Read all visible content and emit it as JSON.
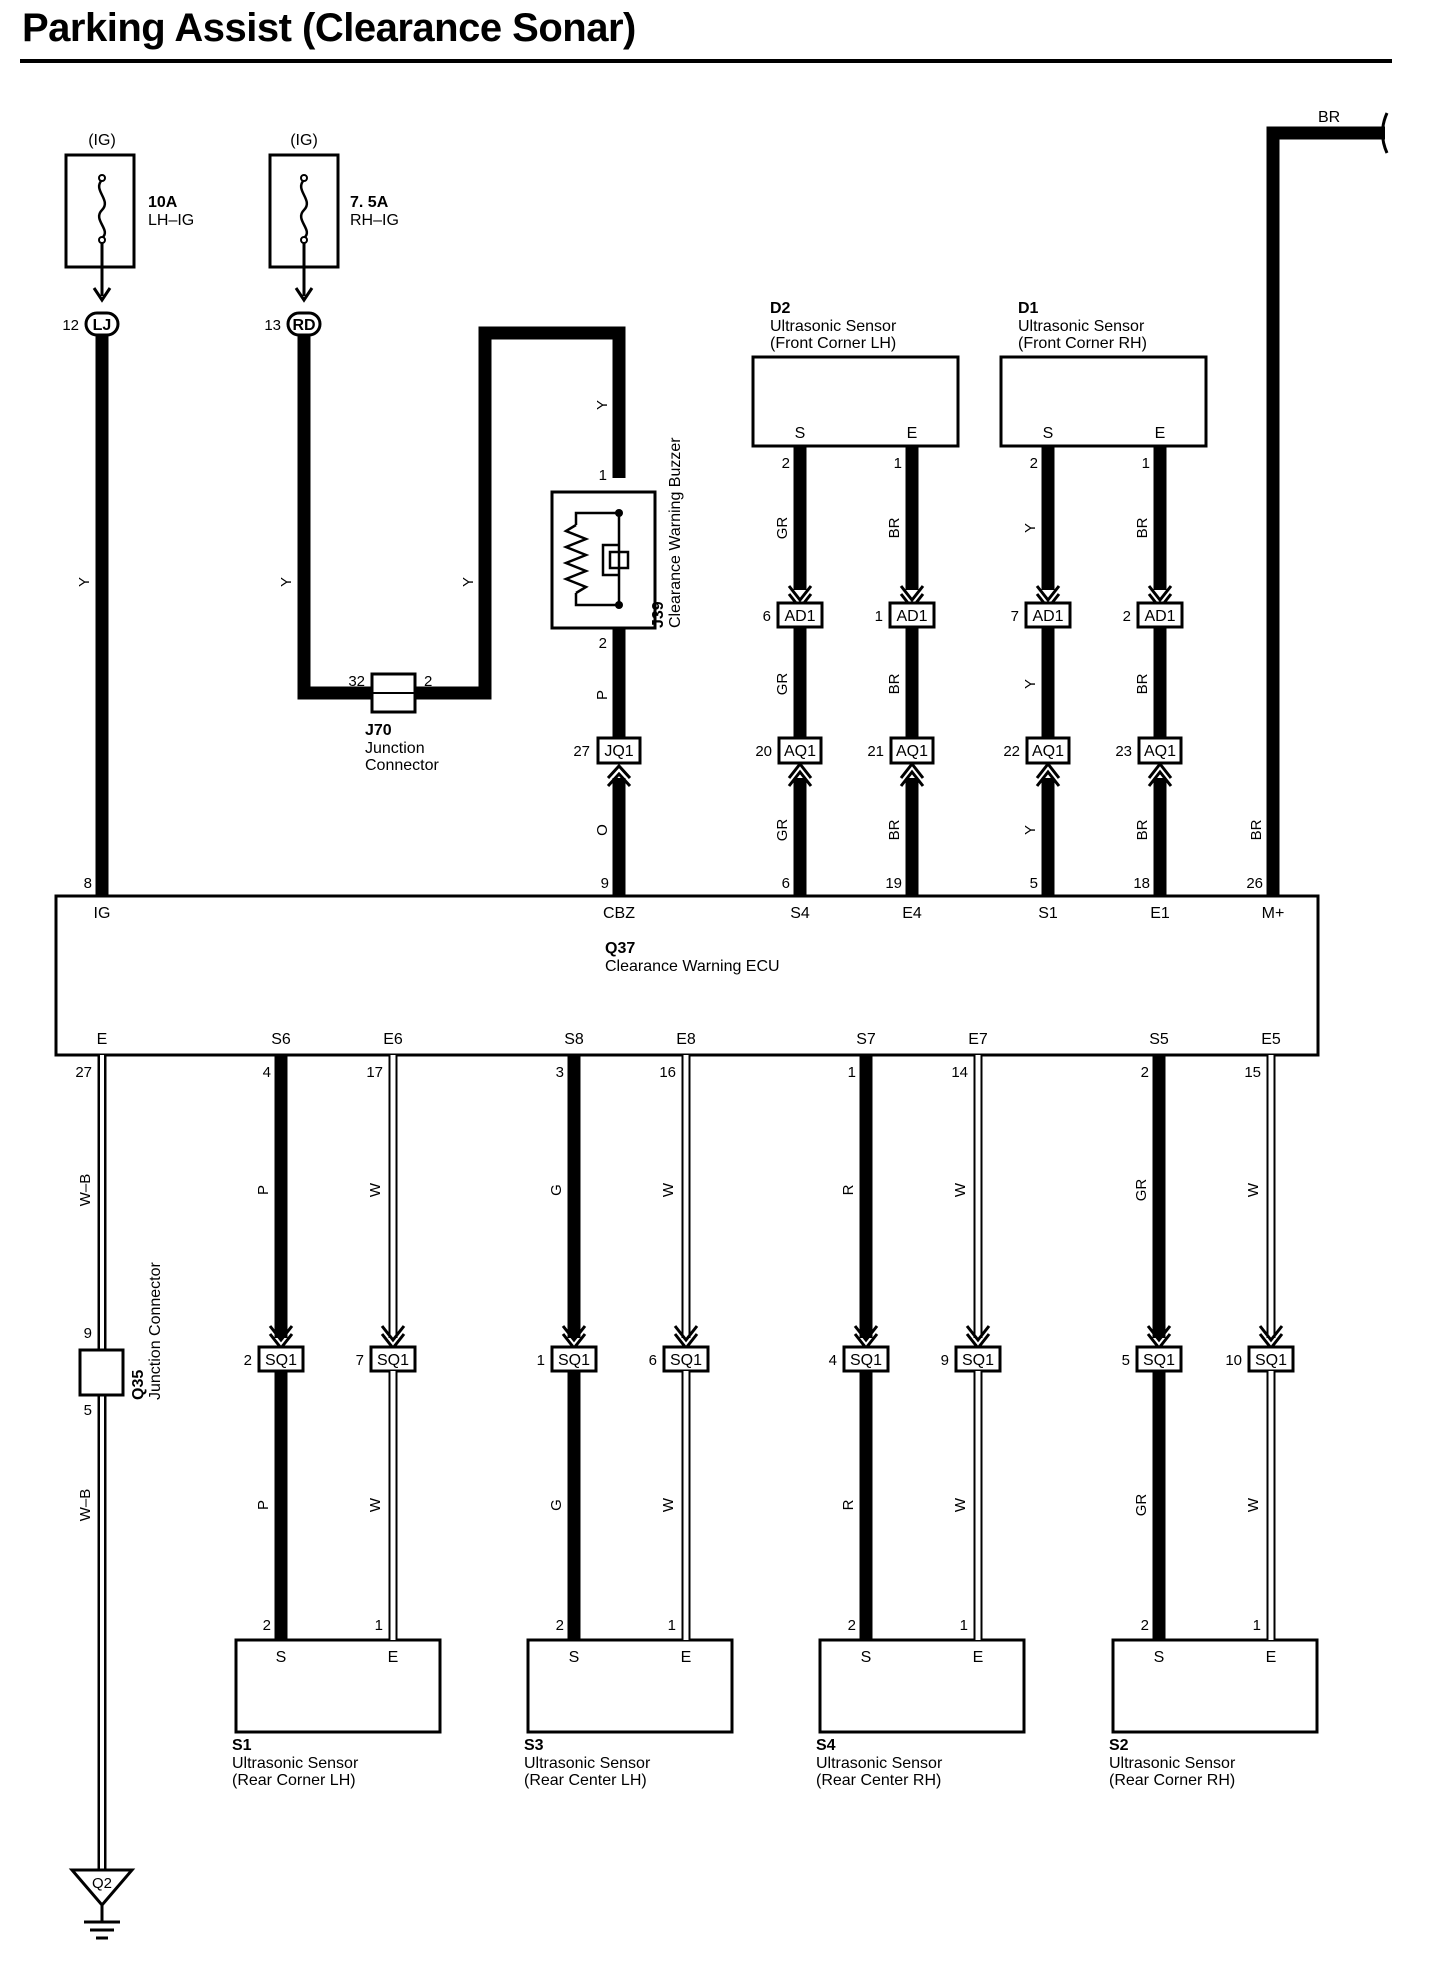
{
  "title": "Parking Assist (Clearance Sonar)",
  "fuses": [
    {
      "source": "(IG)",
      "rating": "10A",
      "name": "LH–IG"
    },
    {
      "source": "(IG)",
      "rating": "7. 5A",
      "name": "RH–IG"
    }
  ],
  "wire_colors": {
    "lh_ig": "Y",
    "rh_ig_a": "Y",
    "rh_ig_b": "Y",
    "buzzer_in": "Y",
    "buzzer_out": "P",
    "buzzer_ecu": "O",
    "m_plus": "BR",
    "m_plus_top": "BR",
    "ground_a": "W–B",
    "ground_b": "W–B"
  },
  "connectors": {
    "lj": {
      "label": "LJ",
      "pin": "12"
    },
    "rd": {
      "label": "RD",
      "pin": "13"
    },
    "j70": {
      "id": "J70",
      "name": "Junction",
      "name2": "Connector",
      "pin_left": "32",
      "pin_right": "2"
    },
    "j39": {
      "id": "J39",
      "name": "Clearance Warning Buzzer",
      "pin_top": "1",
      "pin_bottom": "2"
    },
    "jq1": {
      "label": "JQ1",
      "pin": "27"
    },
    "q35": {
      "id": "Q35",
      "name": "Junction Connector",
      "pin_top": "9",
      "pin_bottom": "5"
    },
    "ground": {
      "label": "Q2"
    }
  },
  "front_sensors": [
    {
      "id": "D2",
      "name": "Ultrasonic Sensor",
      "pos": "(Front Corner LH)",
      "wires": [
        {
          "term": "S",
          "sensor_pin": "2",
          "color1": "GR",
          "ad_pin": "6",
          "ad_label": "AD1",
          "color2": "GR",
          "aq_pin": "20",
          "aq_label": "AQ1",
          "color3": "GR",
          "ecu_pin": "6",
          "ecu_term": "S4"
        },
        {
          "term": "E",
          "sensor_pin": "1",
          "color1": "BR",
          "ad_pin": "1",
          "ad_label": "AD1",
          "color2": "BR",
          "aq_pin": "21",
          "aq_label": "AQ1",
          "color3": "BR",
          "ecu_pin": "19",
          "ecu_term": "E4"
        }
      ]
    },
    {
      "id": "D1",
      "name": "Ultrasonic Sensor",
      "pos": "(Front Corner RH)",
      "wires": [
        {
          "term": "S",
          "sensor_pin": "2",
          "color1": "Y",
          "ad_pin": "7",
          "ad_label": "AD1",
          "color2": "Y",
          "aq_pin": "22",
          "aq_label": "AQ1",
          "color3": "Y",
          "ecu_pin": "5",
          "ecu_term": "S1"
        },
        {
          "term": "E",
          "sensor_pin": "1",
          "color1": "BR",
          "ad_pin": "2",
          "ad_label": "AD1",
          "color2": "BR",
          "aq_pin": "23",
          "aq_label": "AQ1",
          "color3": "BR",
          "ecu_pin": "18",
          "ecu_term": "E1"
        }
      ]
    }
  ],
  "ecu": {
    "id": "Q37",
    "name": "Clearance Warning ECU",
    "top_terms": [
      {
        "term": "IG",
        "pin": "8"
      },
      {
        "term": "CBZ",
        "pin": "9"
      },
      {
        "term": "M+",
        "pin": "26"
      }
    ],
    "ground": {
      "term": "E",
      "pin": "27"
    }
  },
  "rear_sensors": [
    {
      "id": "S1",
      "name": "Ultrasonic Sensor",
      "pos": "(Rear Corner LH)",
      "wires": [
        {
          "ecu_term": "S6",
          "ecu_pin": "4",
          "color": "P",
          "sq_pin": "2",
          "sq_label": "SQ1",
          "sensor_pin": "2",
          "term": "S"
        },
        {
          "ecu_term": "E6",
          "ecu_pin": "17",
          "color": "W",
          "sq_pin": "7",
          "sq_label": "SQ1",
          "sensor_pin": "1",
          "term": "E"
        }
      ]
    },
    {
      "id": "S3",
      "name": "Ultrasonic Sensor",
      "pos": "(Rear Center LH)",
      "wires": [
        {
          "ecu_term": "S8",
          "ecu_pin": "3",
          "color": "G",
          "sq_pin": "1",
          "sq_label": "SQ1",
          "sensor_pin": "2",
          "term": "S"
        },
        {
          "ecu_term": "E8",
          "ecu_pin": "16",
          "color": "W",
          "sq_pin": "6",
          "sq_label": "SQ1",
          "sensor_pin": "1",
          "term": "E"
        }
      ]
    },
    {
      "id": "S4",
      "name": "Ultrasonic Sensor",
      "pos": "(Rear Center RH)",
      "wires": [
        {
          "ecu_term": "S7",
          "ecu_pin": "1",
          "color": "R",
          "sq_pin": "4",
          "sq_label": "SQ1",
          "sensor_pin": "2",
          "term": "S"
        },
        {
          "ecu_term": "E7",
          "ecu_pin": "14",
          "color": "W",
          "sq_pin": "9",
          "sq_label": "SQ1",
          "sensor_pin": "1",
          "term": "E"
        }
      ]
    },
    {
      "id": "S2",
      "name": "Ultrasonic Sensor",
      "pos": "(Rear Corner RH)",
      "wires": [
        {
          "ecu_term": "S5",
          "ecu_pin": "2",
          "color": "GR",
          "sq_pin": "5",
          "sq_label": "SQ1",
          "sensor_pin": "2",
          "term": "S"
        },
        {
          "ecu_term": "E5",
          "ecu_pin": "15",
          "color": "W",
          "sq_pin": "10",
          "sq_label": "SQ1",
          "sensor_pin": "1",
          "term": "E"
        }
      ]
    }
  ]
}
